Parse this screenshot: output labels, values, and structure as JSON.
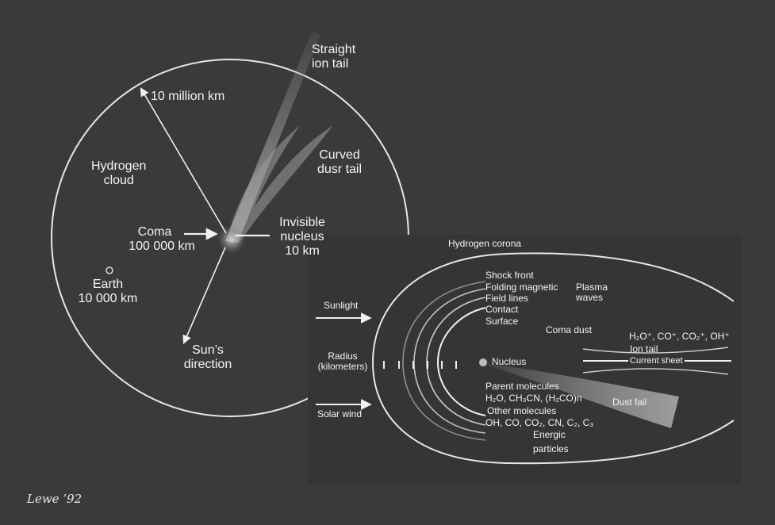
{
  "large_view": {
    "straight_ion_tail": [
      "Straight",
      "ion tail"
    ],
    "scale_10_million": "10 million km",
    "curved_dust_tail": [
      "Curved",
      "dusr tail"
    ],
    "hydrogen_cloud": [
      "Hydrogen",
      "cloud"
    ],
    "coma": [
      "Coma",
      "100 000 km"
    ],
    "invisible_nucleus": [
      "Invisible",
      "nucleus",
      "10 km"
    ],
    "earth": [
      "Earth",
      "10 000 km"
    ],
    "suns_direction": [
      "Sun’s",
      "direction"
    ]
  },
  "detail_view": {
    "hydrogen_corona": "Hydrogen corona",
    "shock_front": "Shock front",
    "folding_magnetic": "Folding magnetic",
    "field_lines": "Field lines",
    "contact": "Contact",
    "surface": "Surface",
    "plasma": "Plasma",
    "waves": "waves",
    "sunlight": "Sunlight",
    "radius": "Radius",
    "radius_unit": "(kilometers)",
    "coma_dust": "Coma dust",
    "ion_species": "H₂O⁺, CO⁺, CO₂⁺, OH⁺",
    "ion_tail": "Ion tail",
    "current_sheet": "Current sheet",
    "nucleus": "Nucleus",
    "parent_molecules": "Parent molecules",
    "parent_species": "H₂O, CH₃CN, (H₂CO)n",
    "other_molecules": "Other molecules",
    "other_species": "OH, CO, CO₂, CN, C₂, C₃",
    "energic": "Energic",
    "particles": "particles",
    "dust_tail": "Dust fail",
    "solar_wind": "Solar wind"
  },
  "signature": "Lewe ’92"
}
